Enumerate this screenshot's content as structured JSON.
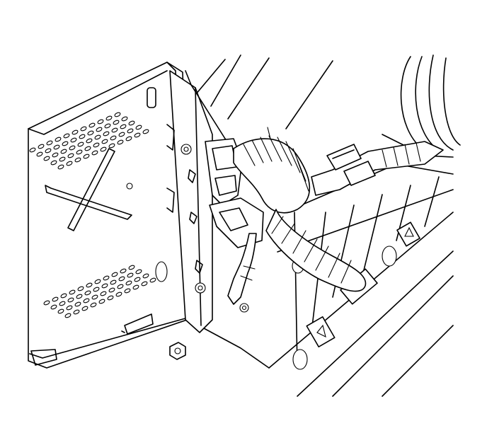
{
  "figure": {
    "type": "line-art service diagram",
    "colors": {
      "line": "#000000",
      "background": "#ffffff"
    },
    "parts": [
      "radio-chassis",
      "side-bracket",
      "wiring-harness",
      "electrical-connector",
      "retaining-nut",
      "loose-nut",
      "instrument-panel-carrier"
    ]
  }
}
